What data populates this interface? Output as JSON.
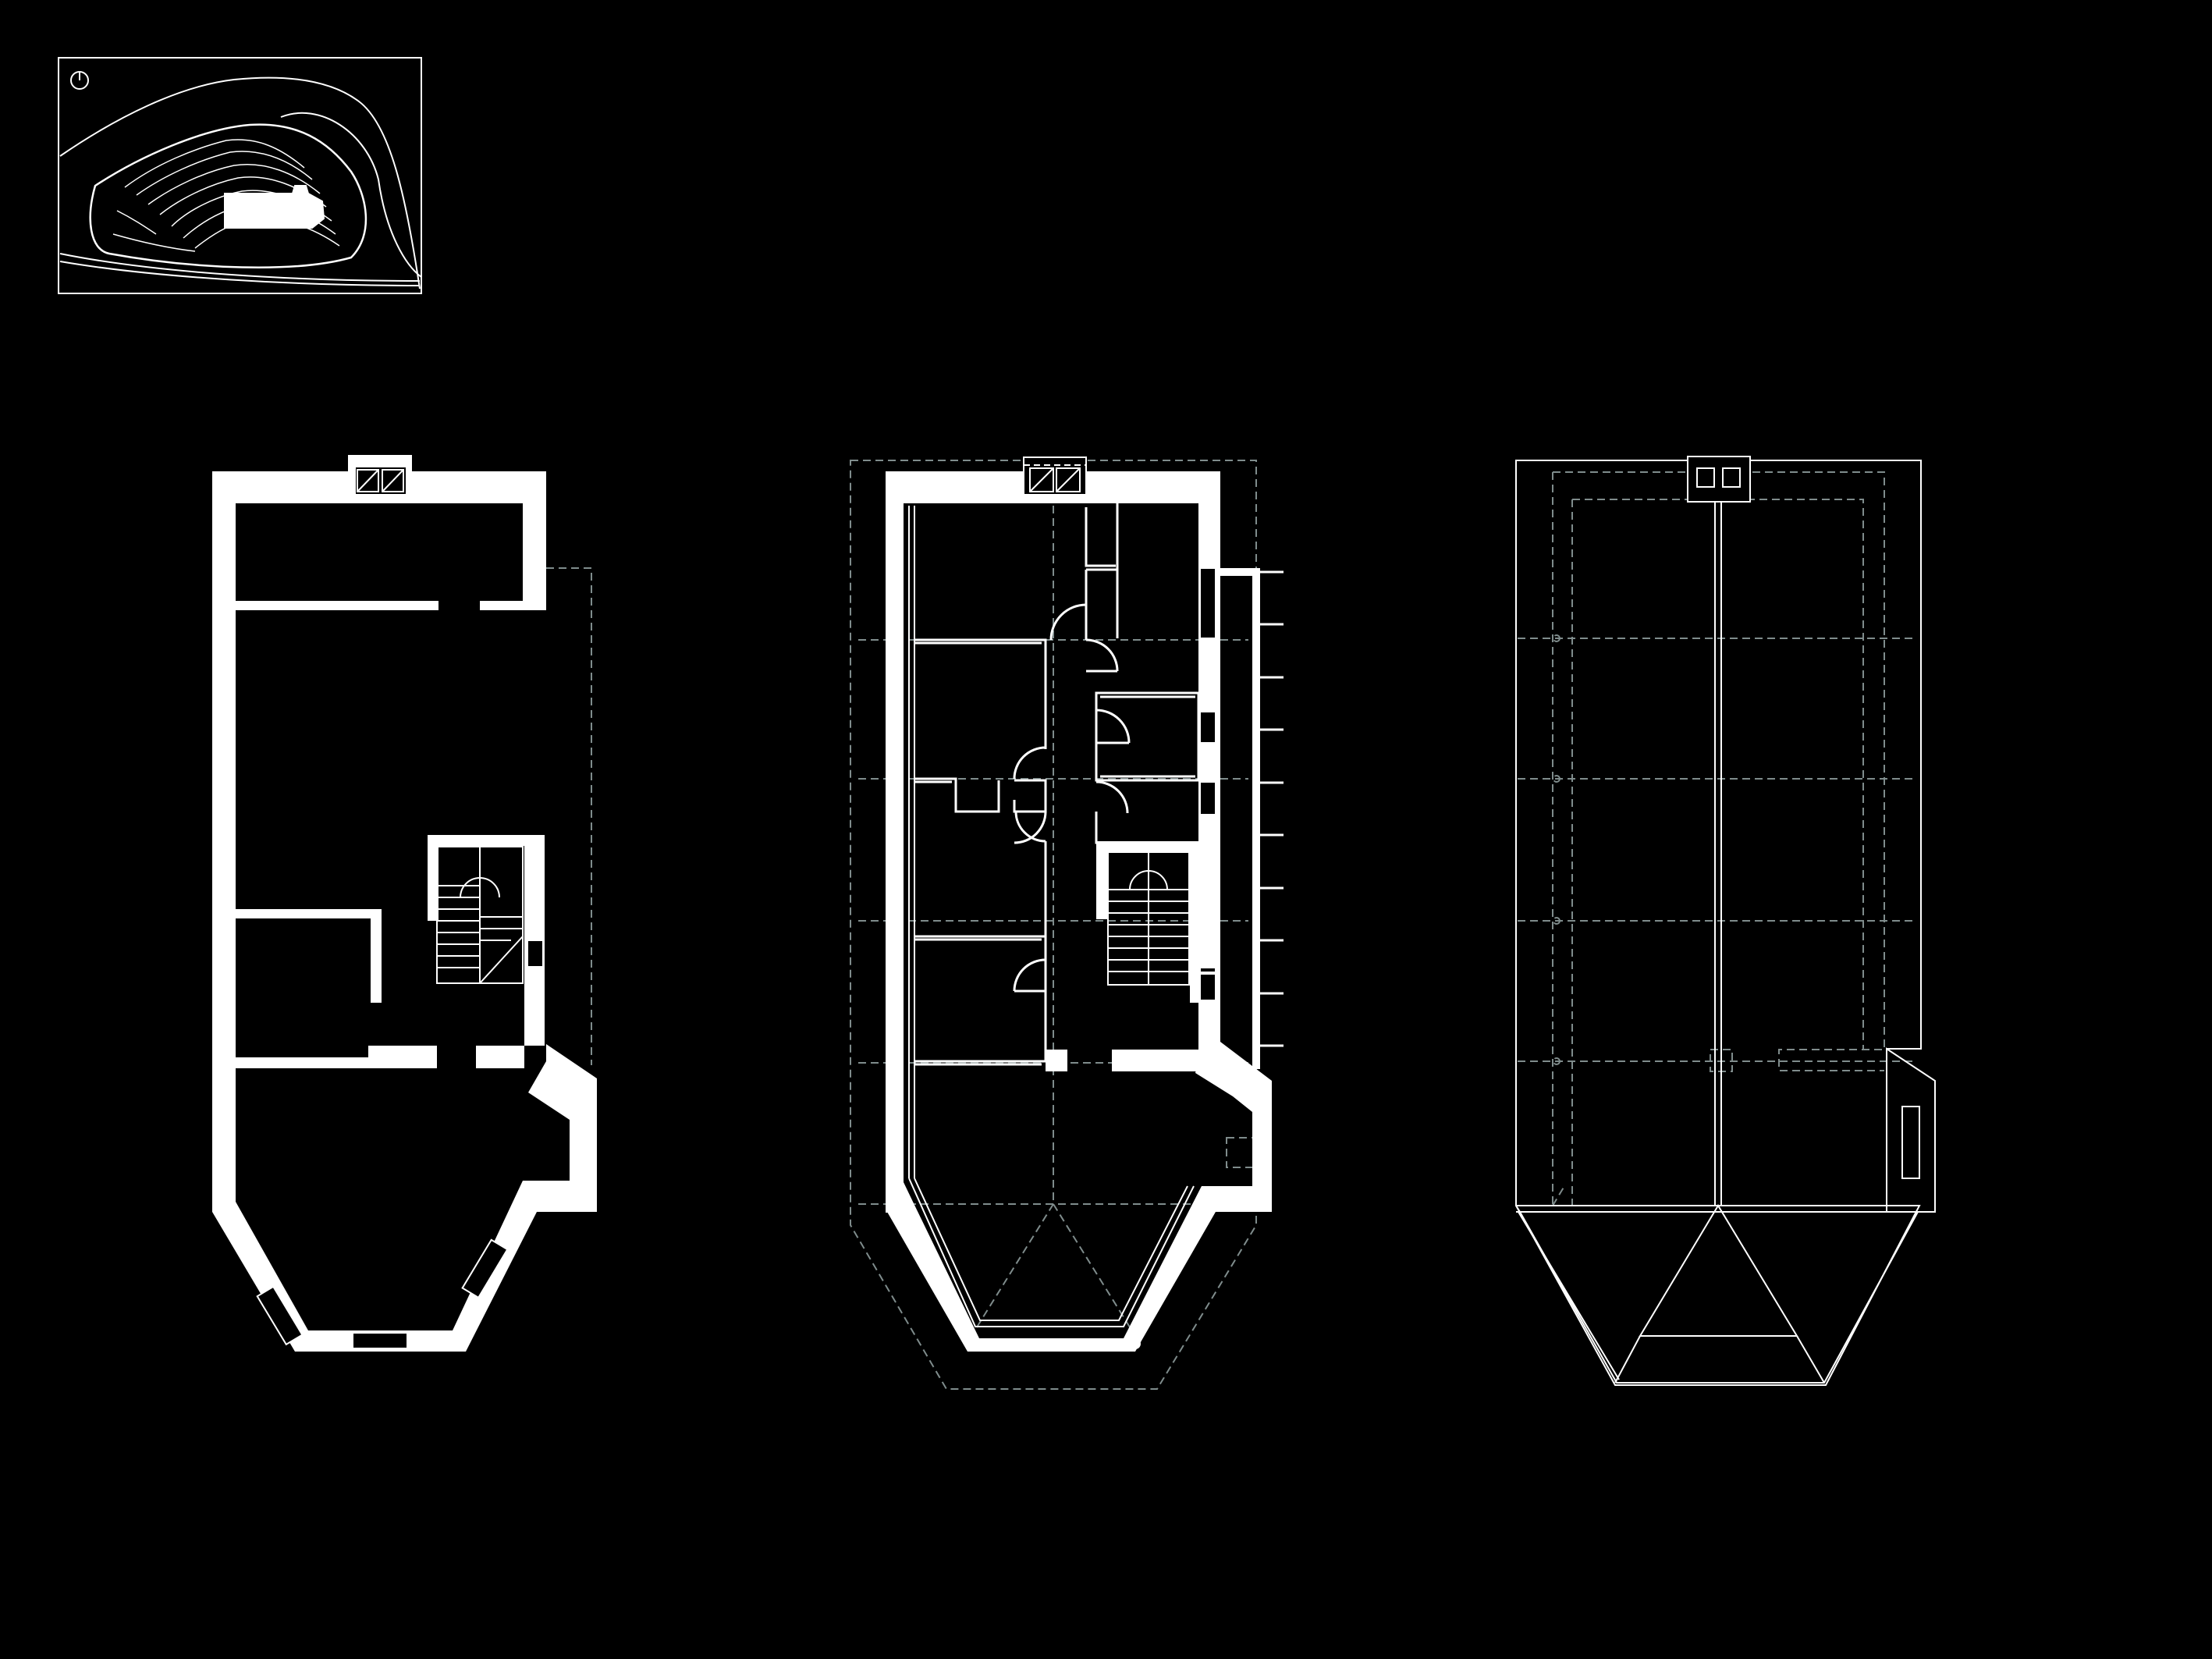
{
  "drawing": {
    "background": "#000000",
    "line_color": "#ffffff",
    "hidden_line_color": "#7f8c8c",
    "panels": [
      {
        "id": "site-plan",
        "label": ""
      },
      {
        "id": "ground-floor-plan",
        "label": ""
      },
      {
        "id": "upper-floor-plan",
        "label": ""
      },
      {
        "id": "roof-plan",
        "label": ""
      }
    ],
    "icons": {
      "north_arrow": "north-arrow-icon",
      "chimney": "chimney-icon",
      "staircase": "staircase-icon",
      "door_swing": "door-swing-icon"
    }
  }
}
